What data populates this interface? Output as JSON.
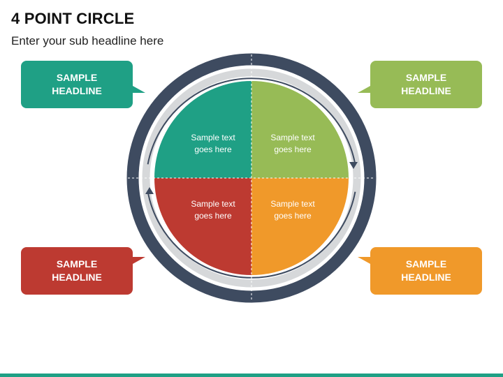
{
  "title": "4 POINT CIRCLE",
  "subtitle": "Enter your sub headline here",
  "callouts": [
    {
      "label": "SAMPLE\nHEADLINE",
      "color": "#1fa085"
    },
    {
      "label": "SAMPLE\nHEADLINE",
      "color": "#97bb56"
    },
    {
      "label": "SAMPLE\nHEADLINE",
      "color": "#bd3a31"
    },
    {
      "label": "SAMPLE\nHEADLINE",
      "color": "#f0992a"
    }
  ],
  "quadrants": [
    {
      "line1": "Sample text",
      "line2": "goes here",
      "color": "#1fa085"
    },
    {
      "line1": "Sample text",
      "line2": "goes here",
      "color": "#97bb56"
    },
    {
      "line1": "Sample text",
      "line2": "goes here",
      "color": "#bd3a31"
    },
    {
      "line1": "Sample text",
      "line2": "goes here",
      "color": "#f0992a"
    }
  ],
  "ring_color": "#3e4b60",
  "inner_ring_color": "#d6d8da",
  "arrow_color": "#3e4b60",
  "accent_bar_color": "#1fa085"
}
